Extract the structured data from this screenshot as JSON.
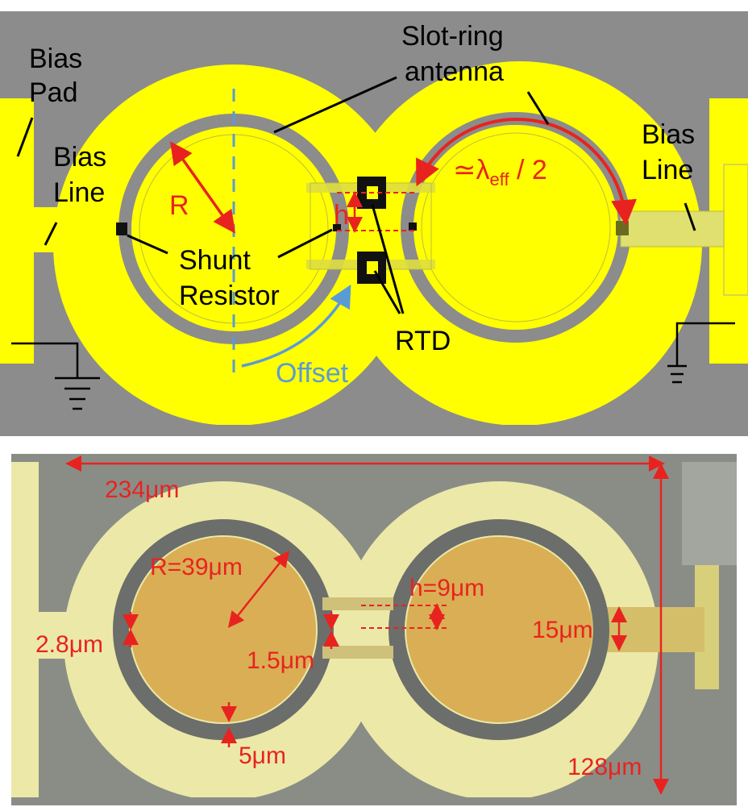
{
  "schematic": {
    "labels": {
      "bias_pad_line1": "Bias",
      "bias_pad_line2": "Pad",
      "bias_line_left_1": "Bias",
      "bias_line_left_2": "Line",
      "slot_ring_1": "Slot-ring",
      "slot_ring_2": "antenna",
      "lambda_symbol": "≃λ",
      "lambda_sub": "eff",
      "lambda_tail": " / 2",
      "bias_line_right_1": "Bias",
      "bias_line_right_2": "Line",
      "radius": "R",
      "h": "h",
      "shunt_1": "Shunt",
      "shunt_2": "Resistor",
      "rtd": "RTD",
      "offset": "Offset"
    },
    "colors": {
      "background": "#8c8c8c",
      "metal": "#ffff00",
      "annotation_red": "#e8231f",
      "annotation_blue": "#5b9bd5",
      "text": "#000000"
    }
  },
  "micrograph": {
    "labels": {
      "width": "234μm",
      "height": "128μm",
      "radius": "R=39μm",
      "h": "h=9μm",
      "slot_width": "2.8μm",
      "shunt_width": "1.5μm",
      "line_width": "15μm",
      "metal_gap": "5μm"
    },
    "colors": {
      "background": "#8a8d86",
      "metal": "#ece9a8",
      "slot": "#6b6e6a",
      "inner_disk": "#d9ae55",
      "annotation": "#e8231f"
    }
  }
}
